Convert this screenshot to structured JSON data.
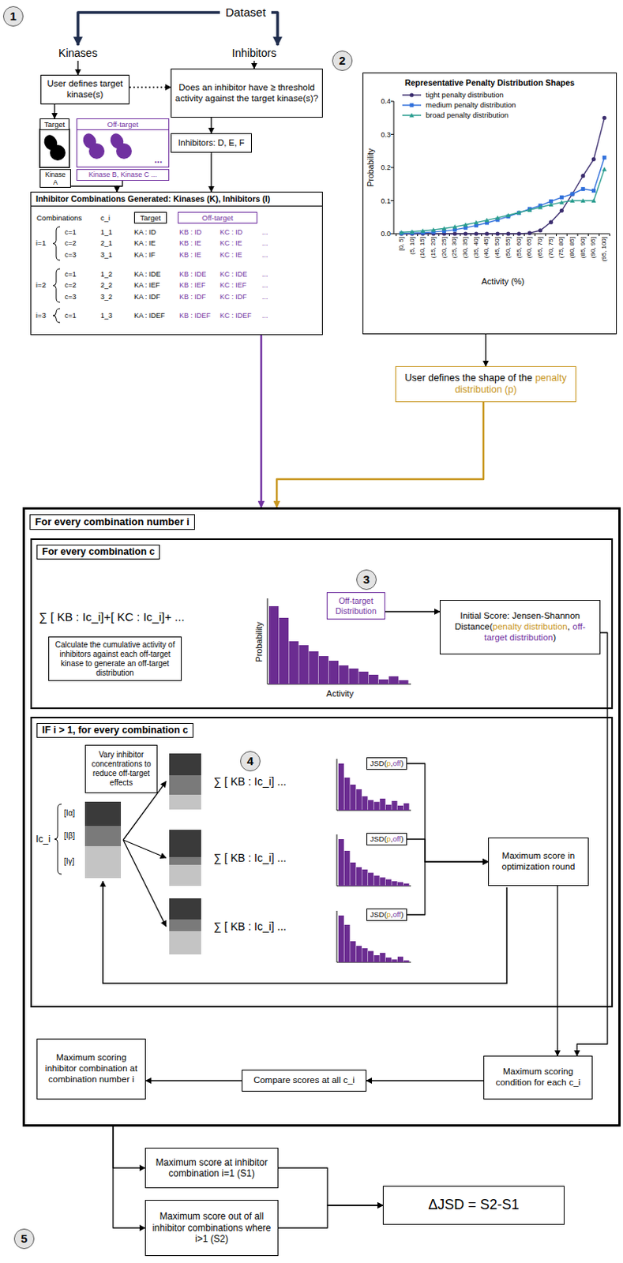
{
  "diagram": {
    "nodes": [
      {
        "text": [
          "1"
        ]
      },
      {
        "text": [
          "Dataset"
        ]
      },
      {
        "text": [
          "Kinases"
        ]
      },
      {
        "text": [
          "Inhibitors"
        ]
      },
      {
        "text": [
          "User defines target kinase(s)"
        ]
      },
      {
        "text": [
          "Does an inhibitor have ≥ threshold activity against the target kinase(s)?"
        ]
      },
      {
        "text": [
          "Target"
        ]
      },
      {
        "text": [
          "Off-target"
        ]
      },
      {
        "text": [
          "..."
        ]
      },
      {
        "text": [
          "Kinase A"
        ]
      },
      {
        "text": [
          "Kinase B, Kinase C ..."
        ]
      },
      {
        "text": [
          "Inhibitors: D, E, F"
        ]
      },
      {
        "text": [
          "Inhibitor Combinations Generated: Kinases (K), Inhibitors (I)"
        ]
      },
      {
        "text": [
          "Target"
        ],
        "in": 12
      },
      {
        "text": [
          "Off-target"
        ],
        "in": 12
      },
      {
        "text": [
          "2"
        ]
      },
      {
        "text": [
          "Representative Penalty Distribution Shapes"
        ]
      },
      {
        "text": [
          "User defines the shape of the",
          "penalty distribution (p)"
        ]
      },
      {
        "text": [
          "For every combination number i"
        ]
      },
      {
        "text": [
          "For every combination c"
        ],
        "in": 18
      },
      {
        "text": [
          "3"
        ],
        "in": 19
      },
      {
        "text": [
          "Calculate the cumulative activity of inhibitors against each off-target kinase to generate an off-target distribution"
        ],
        "in": 19
      },
      {
        "text": [
          "Off-target Distribution"
        ],
        "in": 19
      },
      {
        "text": [
          "Initial Score: Jensen-Shannon Distance(",
          "penalty distribution",
          ",",
          "off-target distribution",
          ")"
        ],
        "in": 19
      },
      {
        "text": [
          "IF i > 1, for every combination c"
        ],
        "in": 18
      },
      {
        "text": [
          "4"
        ],
        "in": 24
      },
      {
        "text": [
          "Vary inhibitor concentrations to reduce off-target effects"
        ],
        "in": 24
      },
      {
        "text": [
          "JSD(",
          "p",
          ",",
          "off",
          ")"
        ],
        "in": 24
      },
      {
        "text": [
          "JSD(",
          "p",
          ",",
          "off",
          ")"
        ],
        "in": 24
      },
      {
        "text": [
          "JSD(",
          "p",
          ",",
          "off",
          ")"
        ],
        "in": 24
      },
      {
        "text": [
          "Maximum score in optimization round"
        ],
        "in": 24
      },
      {
        "text": [
          "Maximum scoring condition for each c_i"
        ],
        "in": 18
      },
      {
        "text": [
          "Compare scores at all c_i"
        ],
        "in": 18
      },
      {
        "text": [
          "Maximum scoring inhibitor combination at combination number i"
        ],
        "in": 18
      },
      {
        "text": [
          "5"
        ]
      },
      {
        "text": [
          "Maximum score at inhibitor combination i=1 (S1)"
        ]
      },
      {
        "text": [
          "Maximum score out of all inhibitor combinations where i>1 (S2)"
        ]
      },
      {
        "text": [
          "ΔJSD = S2-S1"
        ]
      }
    ],
    "edges": [
      {
        "from": 1,
        "to": 2,
        "arrow": "to"
      },
      {
        "from": 1,
        "to": 3,
        "arrow": "to"
      },
      {
        "from": 2,
        "to": 4,
        "arrow": "to"
      },
      {
        "from": 3,
        "to": 5,
        "arrow": "to"
      },
      {
        "from": 4,
        "to": 5,
        "arrow": "to"
      },
      {
        "from": 5,
        "to": 11,
        "arrow": "to"
      },
      {
        "from": 4,
        "to": 6,
        "arrow": "to"
      },
      {
        "from": 9,
        "to": 12,
        "arrow": "to"
      },
      {
        "from": 10,
        "to": 12,
        "arrow": "to"
      },
      {
        "from": 11,
        "to": 12,
        "arrow": "to"
      },
      {
        "from": 16,
        "to": 17,
        "arrow": "to"
      },
      {
        "from": 12,
        "to": 18,
        "arrow": "to"
      },
      {
        "from": 17,
        "to": 18,
        "arrow": "to"
      },
      {
        "from": 22,
        "to": 23,
        "arrow": "to"
      },
      {
        "from": 27,
        "to": 30,
        "arrow": "to"
      },
      {
        "from": 28,
        "to": 30,
        "arrow": "to"
      },
      {
        "from": 29,
        "to": 30,
        "arrow": "to"
      },
      {
        "from": 30,
        "to": 31,
        "arrow": "to"
      },
      {
        "from": 23,
        "to": 31,
        "arrow": "to"
      },
      {
        "from": 31,
        "to": 32,
        "arrow": "to"
      },
      {
        "from": 32,
        "to": 33,
        "arrow": "to"
      },
      {
        "from": 18,
        "to": 35,
        "arrow": "to"
      },
      {
        "from": 18,
        "to": 36,
        "arrow": "to"
      },
      {
        "from": 35,
        "to": 37,
        "arrow": "to"
      },
      {
        "from": 36,
        "to": 37,
        "arrow": "to"
      }
    ],
    "labels": [
      "Combinations",
      "c_i",
      "i=1",
      "c=1",
      "1_1",
      "KA : ID",
      "KB : ID",
      "KC : ID",
      "...",
      "c=2",
      "2_1",
      "KA : IE",
      "KB : IE",
      "KC : IE",
      "...",
      "c=3",
      "3_1",
      "KA : IF",
      "KB : IE",
      "KC : IE",
      "...",
      "i=2",
      "c=1",
      "1_2",
      "KA : IDE",
      "KB : IDE",
      "KC : IDE",
      "...",
      "c=2",
      "2_2",
      "KA : IEF",
      "KB : IEF",
      "KC : IEF",
      "...",
      "c=3",
      "3_2",
      "KA : IDF",
      "KB : IDF",
      "KC : IDF",
      "...",
      "i=3",
      "c=1",
      "1_3",
      "KA : IDEF",
      "KB : IDEF",
      "KC : IDEF",
      "...",
      "0.4",
      "0.3",
      "0.2",
      "0.1",
      "0.0",
      "Probability",
      "[0, 5]",
      "(5, 10]",
      "(10, 15]",
      "(15, 20]",
      "(20, 25]",
      "(25, 30]",
      "(30, 35]",
      "(35, 40]",
      "(40, 45]",
      "(45, 50]",
      "(50, 55]",
      "(55, 60]",
      "(60, 65]",
      "(65, 70]",
      "(70, 75]",
      "(75, 80]",
      "(80, 85]",
      "(85, 90]",
      "(90, 95]",
      "(95, 100]",
      "Activity (%)",
      "∑ [ KB : Ic_i]+[ KC : Ic_i]+ ...",
      "Probability",
      "Activity",
      "Ic_i",
      "[Iα]",
      "[Iβ]",
      "[Iγ]",
      "∑ [ KB : Ic_i] ...",
      "∑ [ KB : Ic_i] ...",
      "∑ [ KB : Ic_i] ..."
    ],
    "legend": [
      {
        "text": "tight penalty distribution"
      },
      {
        "text": "medium penalty distribution"
      },
      {
        "text": "broad penalty distribution"
      }
    ]
  }
}
